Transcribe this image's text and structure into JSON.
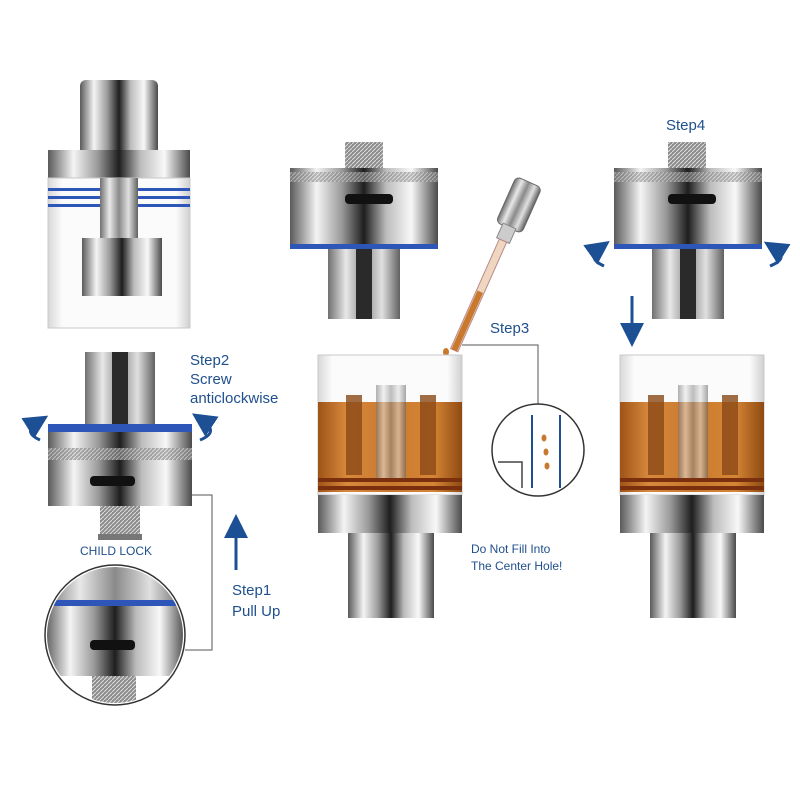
{
  "labels": {
    "step1_title": "Step1",
    "step1_action": "Pull Up",
    "step2_title": "Step2",
    "step2_action_line1": "Screw",
    "step2_action_line2": "anticlockwise",
    "child_lock": "CHILD LOCK",
    "step3_title": "Step3",
    "warning_line1": "Do Not Fill Into",
    "warning_line2": "The Center Hole!",
    "step4_title": "Step4"
  },
  "colors": {
    "label_blue": "#1f4f8c",
    "arrow_blue": "#1c4f94",
    "ring_blue": "#2e55b8",
    "juice_orange": "#c9792e",
    "steel_light": "#f2f2f2",
    "steel_dark": "#2a2a2a"
  }
}
